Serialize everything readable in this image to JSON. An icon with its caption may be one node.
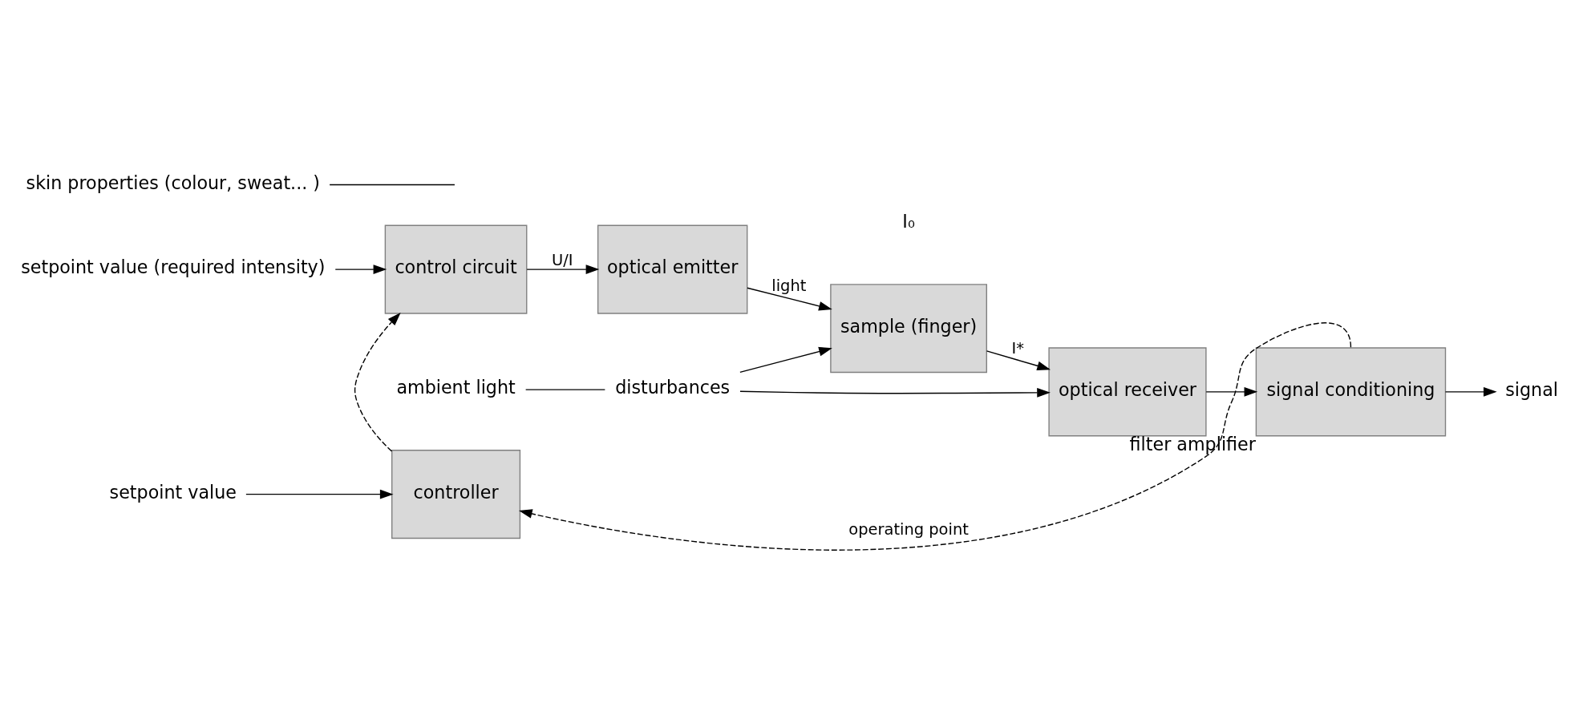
{
  "diagram": {
    "nodes": [
      {
        "text": [
          "controller"
        ]
      },
      {
        "text": [
          "control circuit"
        ]
      },
      {
        "text": [
          "optical emitter"
        ]
      },
      {
        "text": [
          "sample (finger)"
        ]
      },
      {
        "text": [
          "optical receiver"
        ]
      },
      {
        "text": [
          "signal conditioning"
        ],
        "beside": [
          "filter amplifier"
        ]
      },
      {
        "text": [
          "setpoint value"
        ]
      },
      {
        "text": [
          "skin properties (colour, sweat... )"
        ]
      },
      {
        "text": [
          "ambient light"
        ]
      },
      {
        "text": [
          "disturbances"
        ]
      },
      {
        "text": [
          "setpoint value (required intensity)"
        ]
      },
      {
        "text": [
          "signal"
        ]
      }
    ],
    "edges": [
      {
        "from": 6,
        "to": 0,
        "arrow": "to"
      },
      {
        "from": 5,
        "to": 0,
        "arrow": "to",
        "style": "dashed",
        "label": "operating point"
      },
      {
        "from": 0,
        "to": 1,
        "arrow": "to",
        "style": "dashed"
      },
      {
        "from": 10,
        "to": 1,
        "arrow": "to"
      },
      {
        "from": 1,
        "to": 2,
        "arrow": "to",
        "label": "U/I"
      },
      {
        "from": 2,
        "to": 3,
        "arrow": "to",
        "label": "light"
      },
      {
        "from": 3,
        "to": 4,
        "arrow": "to",
        "label": "I*"
      },
      {
        "from": 4,
        "to": 5,
        "arrow": "to"
      },
      {
        "from": 5,
        "to": 11,
        "arrow": "to"
      },
      {
        "from": 9,
        "to": 3,
        "arrow": "to"
      },
      {
        "from": 9,
        "to": 4,
        "arrow": "to"
      },
      {
        "from": 8,
        "to": 9,
        "arrow": "none"
      },
      {
        "from": 7,
        "to": null,
        "arrow": "none"
      }
    ],
    "labels": [
      "I₀"
    ]
  }
}
